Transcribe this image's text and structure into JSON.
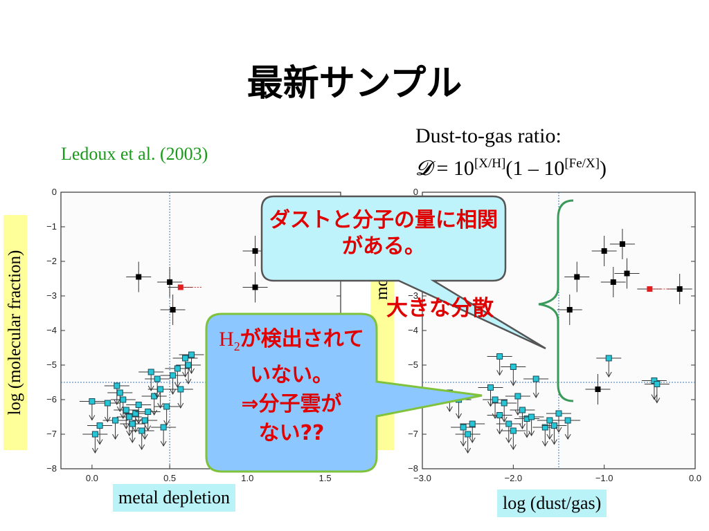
{
  "title": "最新サンプル",
  "reference": "Ledoux et al. (2003)",
  "formula": {
    "line1": "Dust-to-gas ratio:",
    "symbol": "𝓓",
    "eq": " = 10",
    "exp1": "[X/H]",
    "mid": "(1 – 10",
    "exp2": "[Fe/X]",
    "end": ")"
  },
  "callouts": {
    "top": "ダストと分子の量に相関がある。",
    "bottom_h": "H",
    "bottom_sub": "2",
    "bottom_rest": "が検出されていない。",
    "bottom_line3": "⇒分子雲が",
    "bottom_line4": "ない??",
    "variance": "大きな分散"
  },
  "colors": {
    "cyan_marker": "#27c6d6",
    "black_marker": "#000000",
    "red_marker": "#e02020",
    "callout_fill_top": "#bff3fb",
    "callout_fill_bottom": "#8cc8ff",
    "callout_border_bottom": "#7fc23b",
    "brace": "#3a9a5a",
    "label_bg_yellow": "#ffff99",
    "label_bg_cyan": "#b9f2f7"
  },
  "chart_data": [
    {
      "type": "scatter",
      "xlabel": "metal depletion",
      "ylabel": "log (molecular fraction)",
      "xlim": [
        -0.2,
        1.6
      ],
      "ylim": [
        -8,
        0
      ],
      "xticks": [
        "0.0",
        "0.5",
        "1.0",
        "1.5"
      ],
      "yticks": [
        "0",
        "−1",
        "−2",
        "−3",
        "−4",
        "−5",
        "−6",
        "−7",
        "−8"
      ],
      "reference_lines": {
        "x": 0.5,
        "y": -5.5
      },
      "series": [
        {
          "marker": "black-square",
          "points": [
            [
              0.3,
              -2.45
            ],
            [
              0.5,
              -2.6
            ],
            [
              0.52,
              -3.4
            ],
            [
              1.05,
              -1.7
            ],
            [
              1.05,
              -2.75
            ]
          ]
        },
        {
          "marker": "red-square",
          "points": [
            [
              0.57,
              -2.75
            ]
          ]
        },
        {
          "marker": "cyan-square-upper-limit",
          "points": [
            [
              0.0,
              -6.05
            ],
            [
              0.05,
              -6.75
            ],
            [
              0.1,
              -6.1
            ],
            [
              0.15,
              -6.6
            ],
            [
              0.02,
              -7.0
            ],
            [
              0.16,
              -5.6
            ],
            [
              0.18,
              -5.8
            ],
            [
              0.2,
              -6.0
            ],
            [
              0.22,
              -6.3
            ],
            [
              0.24,
              -6.5
            ],
            [
              0.26,
              -6.7
            ],
            [
              0.28,
              -6.4
            ],
            [
              0.3,
              -6.15
            ],
            [
              0.32,
              -6.9
            ],
            [
              0.34,
              -6.6
            ],
            [
              0.36,
              -6.35
            ],
            [
              0.38,
              -5.2
            ],
            [
              0.4,
              -5.9
            ],
            [
              0.42,
              -5.4
            ],
            [
              0.44,
              -5.7
            ],
            [
              0.46,
              -6.8
            ],
            [
              0.48,
              -6.2
            ],
            [
              0.52,
              -5.3
            ],
            [
              0.55,
              -5.1
            ],
            [
              0.57,
              -5.7
            ],
            [
              0.6,
              -4.8
            ],
            [
              0.62,
              -5.0
            ],
            [
              0.64,
              -4.7
            ]
          ]
        }
      ]
    },
    {
      "type": "scatter",
      "xlabel": "log (dust/gas)",
      "ylabel": "molecular fr",
      "xlim": [
        -3.0,
        0.0
      ],
      "ylim": [
        -8,
        0
      ],
      "xticks": [
        "−3.0",
        "−2.0",
        "−1.0",
        "0.0"
      ],
      "yticks": [
        "0",
        "−1",
        "−2",
        "−3",
        "−4",
        "−5",
        "−6",
        "−7",
        "−8"
      ],
      "reference_lines": {
        "x": -1.5,
        "y": -5.5
      },
      "series": [
        {
          "marker": "black-square",
          "points": [
            [
              -1.0,
              -1.7
            ],
            [
              -0.9,
              -2.6
            ],
            [
              -0.8,
              -1.5
            ],
            [
              -0.75,
              -2.35
            ],
            [
              -1.3,
              -2.45
            ],
            [
              -1.38,
              -3.4
            ],
            [
              -0.17,
              -2.8
            ],
            [
              -1.07,
              -5.7
            ]
          ]
        },
        {
          "marker": "red-square",
          "points": [
            [
              -0.5,
              -2.8
            ]
          ]
        },
        {
          "marker": "cyan-square-upper-limit",
          "points": [
            [
              -2.7,
              -5.8
            ],
            [
              -2.6,
              -6.0
            ],
            [
              -2.55,
              -6.8
            ],
            [
              -2.5,
              -7.0
            ],
            [
              -2.45,
              -6.7
            ],
            [
              -2.25,
              -5.65
            ],
            [
              -2.2,
              -6.0
            ],
            [
              -2.15,
              -6.45
            ],
            [
              -2.1,
              -6.1
            ],
            [
              -2.05,
              -6.7
            ],
            [
              -2.0,
              -6.9
            ],
            [
              -1.95,
              -5.9
            ],
            [
              -1.9,
              -6.3
            ],
            [
              -1.85,
              -6.55
            ],
            [
              -1.8,
              -6.5
            ],
            [
              -1.75,
              -5.4
            ],
            [
              -1.65,
              -6.8
            ],
            [
              -1.6,
              -6.6
            ],
            [
              -1.55,
              -6.75
            ],
            [
              -1.5,
              -6.4
            ],
            [
              -1.4,
              -6.6
            ],
            [
              -2.0,
              -5.05
            ],
            [
              -2.15,
              -4.75
            ],
            [
              -0.95,
              -4.8
            ],
            [
              -0.45,
              -5.45
            ],
            [
              -0.42,
              -5.55
            ]
          ]
        }
      ]
    }
  ]
}
